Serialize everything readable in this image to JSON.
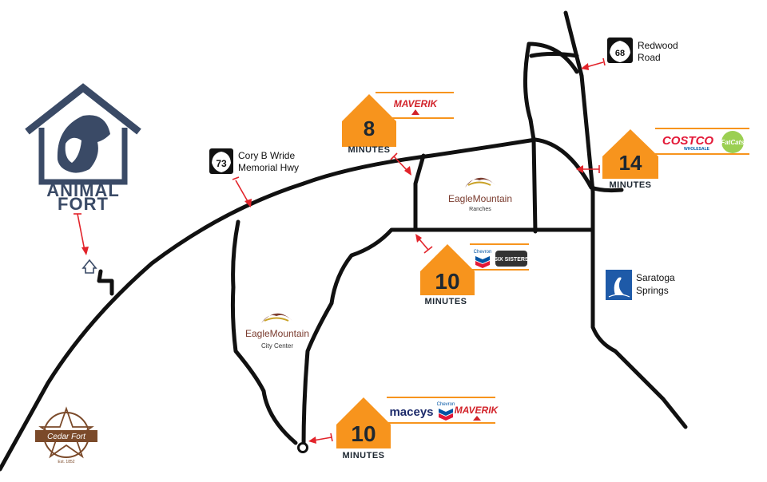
{
  "colors": {
    "road": "#111111",
    "badge": "#f7941d",
    "navy": "#3a4a66",
    "arrow": "#e2232a",
    "eagle_brown": "#7a3b2e",
    "costco_red": "#e31837",
    "costco_blue": "#005daa",
    "maverik_red": "#d2232a",
    "chevron_blue": "#0054a4",
    "saratoga_blue": "#1e5aa8",
    "cedar_brown": "#7b4a2a"
  },
  "logo": {
    "line1": "ANIMAL",
    "line2": "FORT"
  },
  "routes": [
    {
      "name": "Cory B Wride",
      "name2": "Memorial Hwy",
      "shield": "73"
    },
    {
      "name": "Redwood",
      "name2": "Road",
      "shield": "68"
    }
  ],
  "places": {
    "saratoga": {
      "line1": "Saratoga",
      "line2": "Springs"
    },
    "eagle_ranches": {
      "brand": "EagleMountain",
      "sub": "Ranches"
    },
    "eagle_city": {
      "brand": "EagleMountain",
      "sub": "City Center"
    },
    "cedar_fort": {
      "name": "Cedar Fort",
      "sub": "Est. 1852"
    }
  },
  "badges": [
    {
      "minutes": "8",
      "label": "MINUTES",
      "brands": [
        "MAVERIK"
      ]
    },
    {
      "minutes": "14",
      "label": "MINUTES",
      "brands": [
        "COSTCO",
        "WHOLESALE",
        "FatCats"
      ]
    },
    {
      "minutes": "10",
      "label": "MINUTES",
      "brands": [
        "Chevron",
        "SIX SISTERS"
      ]
    },
    {
      "minutes": "10",
      "label": "MINUTES",
      "brands": [
        "maceys",
        "Chevron",
        "MAVERIK"
      ]
    }
  ]
}
